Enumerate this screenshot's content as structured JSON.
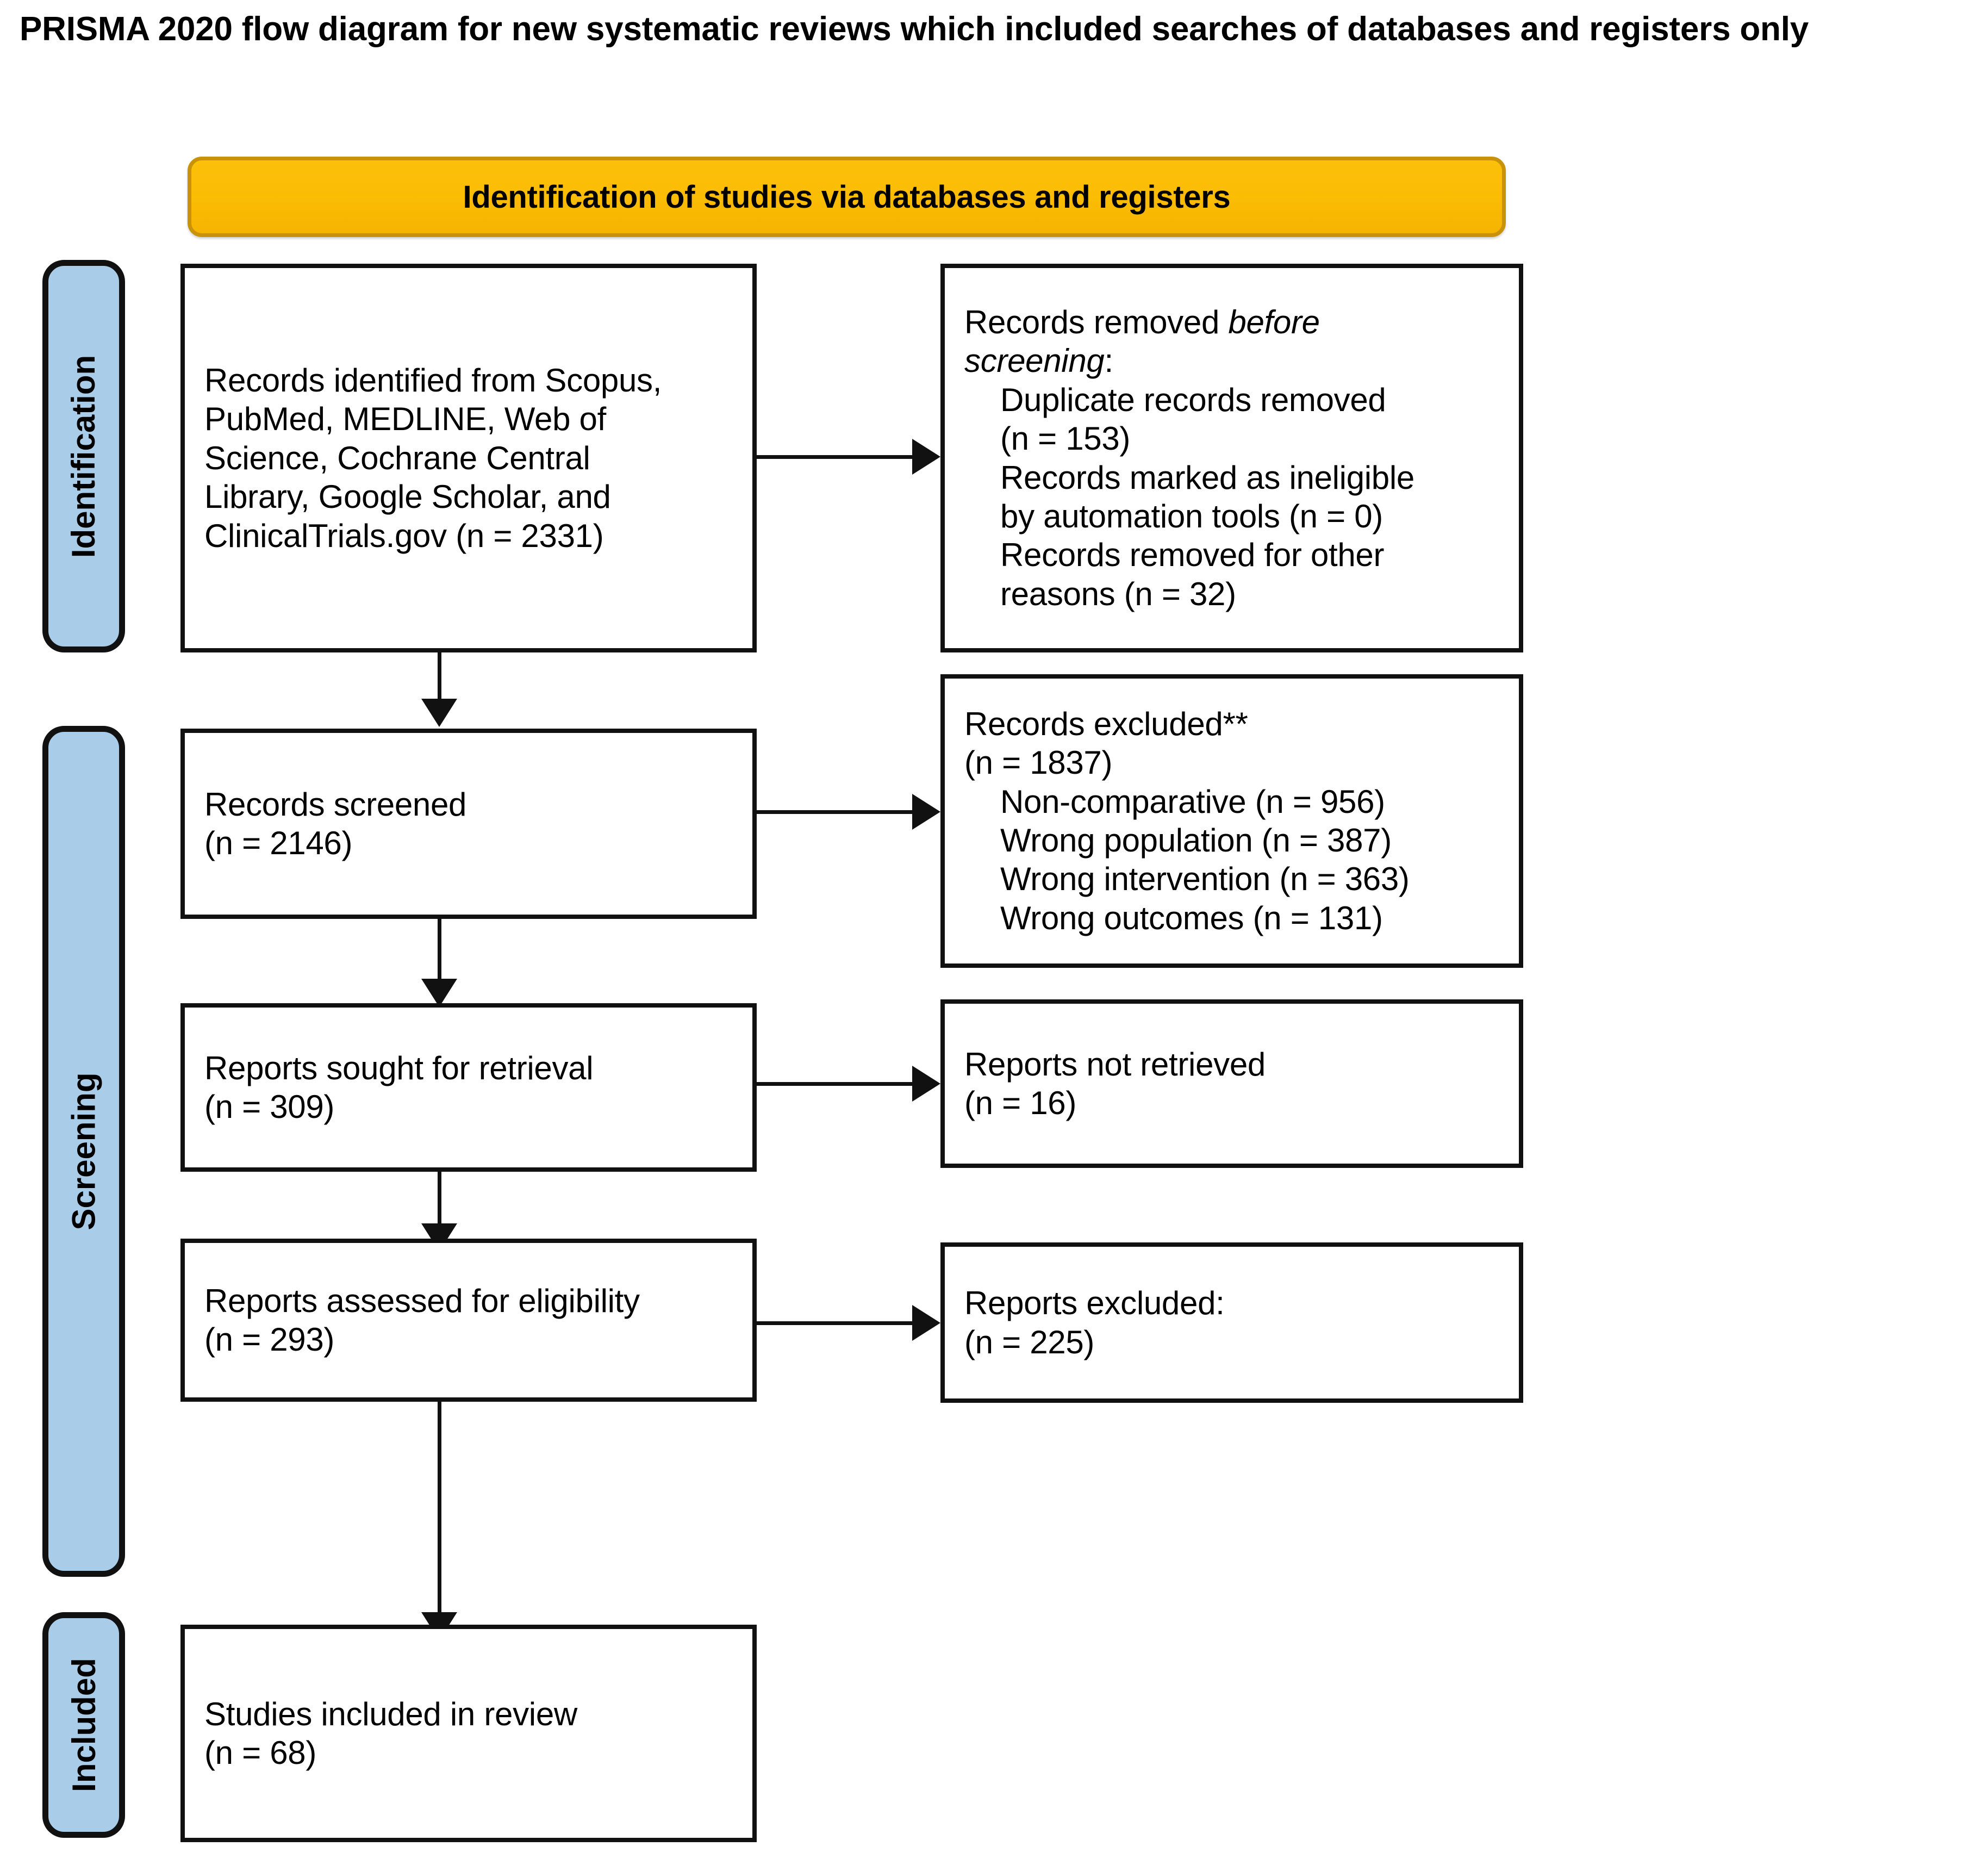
{
  "title": "PRISMA 2020 flow diagram for new systematic reviews which included searches of databases and registers only",
  "colors": {
    "banner_fill": "#FBBC04",
    "banner_border": "#C8930A",
    "phase_fill": "#A9CCE9",
    "stroke": "#111111",
    "box_fill": "#FFFFFF",
    "text": "#000000"
  },
  "banner": {
    "label": "Identification of studies via databases and registers"
  },
  "phases": [
    {
      "id": "identification",
      "label": "Identification"
    },
    {
      "id": "screening",
      "label": "Screening"
    },
    {
      "id": "included",
      "label": "Included"
    }
  ],
  "boxes": {
    "records_identified": {
      "name": "records-identified-box",
      "lines": [
        "Records identified from Scopus,",
        "PubMed, MEDLINE, Web of",
        "Science, Cochrane Central",
        "Library, Google Scholar, and",
        "ClinicalTrials.gov (n = 2331)"
      ]
    },
    "records_removed": {
      "name": "records-removed-before-screening-box",
      "heading_prefix": "Records removed ",
      "heading_italic": "before",
      "heading_italic_2": "screening",
      "heading_suffix": ":",
      "lines": [
        "Duplicate records removed",
        "(n = 153)",
        "Records marked as ineligible",
        "by automation tools (n = 0)",
        "Records removed for other",
        "reasons (n = 32)"
      ]
    },
    "records_screened": {
      "name": "records-screened-box",
      "lines": [
        "Records screened",
        "(n = 2146)"
      ]
    },
    "records_excluded": {
      "name": "records-excluded-box",
      "lines": [
        "Records excluded**",
        "(n = 1837)"
      ],
      "reasons": [
        "Non-comparative (n = 956)",
        "Wrong population (n = 387)",
        "Wrong intervention (n = 363)",
        "Wrong outcomes (n = 131)"
      ]
    },
    "reports_sought": {
      "name": "reports-sought-for-retrieval-box",
      "lines": [
        "Reports sought for retrieval",
        "(n = 309)"
      ]
    },
    "reports_not_retrieved": {
      "name": "reports-not-retrieved-box",
      "lines": [
        "Reports not retrieved",
        "(n = 16)"
      ]
    },
    "reports_assessed": {
      "name": "reports-assessed-for-eligibility-box",
      "lines": [
        "Reports assessed for eligibility",
        "(n = 293)"
      ]
    },
    "reports_excluded": {
      "name": "reports-excluded-box",
      "lines": [
        "Reports excluded:",
        "(n = 225)"
      ]
    },
    "studies_included": {
      "name": "studies-included-in-review-box",
      "lines": [
        "Studies included in review",
        "(n = 68)"
      ]
    }
  },
  "chart_data": {
    "type": "diagram",
    "title": "PRISMA 2020 flow diagram for new systematic reviews which included searches of databases and registers only",
    "nodes": [
      {
        "id": "records_identified",
        "phase": "Identification",
        "label": "Records identified from Scopus, PubMed, MEDLINE, Web of Science, Cochrane Central Library, Google Scholar, and ClinicalTrials.gov",
        "n": 2331
      },
      {
        "id": "records_removed",
        "phase": "Identification",
        "label": "Records removed before screening",
        "n": null,
        "children": [
          {
            "label": "Duplicate records removed",
            "n": 153
          },
          {
            "label": "Records marked as ineligible by automation tools",
            "n": 0
          },
          {
            "label": "Records removed for other reasons",
            "n": 32
          }
        ]
      },
      {
        "id": "records_screened",
        "phase": "Screening",
        "label": "Records screened",
        "n": 2146
      },
      {
        "id": "records_excluded",
        "phase": "Screening",
        "label": "Records excluded**",
        "n": 1837,
        "children": [
          {
            "label": "Non-comparative",
            "n": 956
          },
          {
            "label": "Wrong population",
            "n": 387
          },
          {
            "label": "Wrong intervention",
            "n": 363
          },
          {
            "label": "Wrong outcomes",
            "n": 131
          }
        ]
      },
      {
        "id": "reports_sought",
        "phase": "Screening",
        "label": "Reports sought for retrieval",
        "n": 309
      },
      {
        "id": "reports_not_retrieved",
        "phase": "Screening",
        "label": "Reports not retrieved",
        "n": 16
      },
      {
        "id": "reports_assessed",
        "phase": "Screening",
        "label": "Reports assessed for eligibility",
        "n": 293
      },
      {
        "id": "reports_excluded",
        "phase": "Screening",
        "label": "Reports excluded:",
        "n": 225
      },
      {
        "id": "studies_included",
        "phase": "Included",
        "label": "Studies included in review",
        "n": 68
      }
    ],
    "edges": [
      {
        "from": "records_identified",
        "to": "records_removed",
        "direction": "right"
      },
      {
        "from": "records_identified",
        "to": "records_screened",
        "direction": "down"
      },
      {
        "from": "records_screened",
        "to": "records_excluded",
        "direction": "right"
      },
      {
        "from": "records_screened",
        "to": "reports_sought",
        "direction": "down"
      },
      {
        "from": "reports_sought",
        "to": "reports_not_retrieved",
        "direction": "right"
      },
      {
        "from": "reports_sought",
        "to": "reports_assessed",
        "direction": "down"
      },
      {
        "from": "reports_assessed",
        "to": "reports_excluded",
        "direction": "right"
      },
      {
        "from": "reports_assessed",
        "to": "studies_included",
        "direction": "down"
      }
    ]
  }
}
